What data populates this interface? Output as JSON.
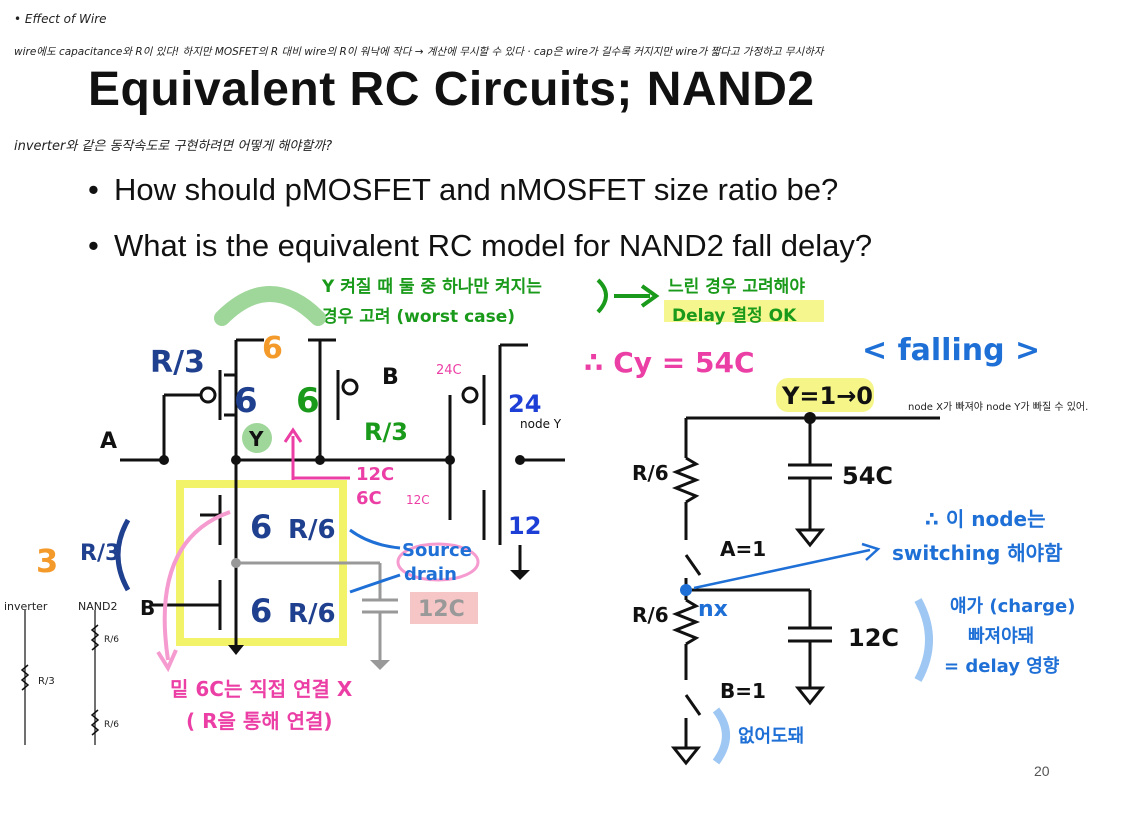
{
  "slide": {
    "title": "Equivalent RC Circuits; NAND2",
    "bullets": [
      "How should pMOSFET and nMOSFET size ratio be?",
      "What is the equivalent RC model for NAND2 fall delay?"
    ],
    "page_number": "20"
  },
  "handwritten": {
    "top_line1": "• Effect of Wire",
    "top_line2": "wire에도 capacitance와 R이 있다! 하지만 MOSFET의 R 대비 wire의 R이 워낙에 작다 → 계산에 무시할 수 있다 · cap은 wire가 길수록 커지지만 wire가 짧다고 가정하고 무시하자",
    "question": "inverter와 같은 동작속도로 구현하려면 어떻게 해야할까?",
    "green_note1": "Y 켜질 때 둘 중 하나만 켜지는",
    "green_note2": "경우 고려 (worst case)",
    "yellow_note1": "느린 경우 고려해야",
    "yellow_note2": "Delay 결정 OK",
    "cy_eq": "∴ Cy = 54C",
    "falling": "< falling >",
    "y_transition": "Y=1→0",
    "node_note": "node X가 빠져야 node Y가 빠질 수 있어.",
    "node_y_label": "node Y",
    "switching1": "∴ 이 node는",
    "switching2": "switching 해야함",
    "charge1": "얘가 (charge)",
    "charge2": "빠져야돼",
    "charge3": "= delay 영향",
    "no_need": "없어도돼",
    "bottom_pink1": "밑 6C는 직접 연결 X",
    "bottom_pink2": "( R을 통해 연결)",
    "source_drain1": "Source",
    "source_drain2": "drain",
    "inverter_label": "inverter",
    "nand2_label": "NAND2"
  },
  "circuit": {
    "pmos_width": "6",
    "pmos_res": "R/3",
    "pmos_left": "6",
    "pmos_right": "6",
    "input_a": "A",
    "input_b": "B",
    "output": "Y",
    "nmos_top": "6",
    "nmos_bottom": "6",
    "nmos_res": "R/6",
    "nmos_stack_res": "R/3",
    "nmos_stack_size": "3",
    "load_pmos": "24",
    "load_nmos": "12",
    "load_res": "R/3",
    "cap_24c": "24C",
    "cap_12c": "12C",
    "cap_6c": "6C",
    "cap_12c_b": "12C",
    "cap_12c_gray": "12C"
  },
  "rc_model": {
    "r_top": "R/6",
    "c_top": "54C",
    "switch_a": "A=1",
    "node_x": "nx",
    "r_bottom": "R/6",
    "c_bottom": "12C",
    "switch_b": "B=1"
  },
  "colors": {
    "blue_hw": "#1e6fd6",
    "pink_hw": "#ec3fa6",
    "green_hw": "#1a9a1a",
    "orange": "#f39a2a",
    "navy": "#1f3f8f",
    "yellow_hl": "#f3f36a"
  }
}
